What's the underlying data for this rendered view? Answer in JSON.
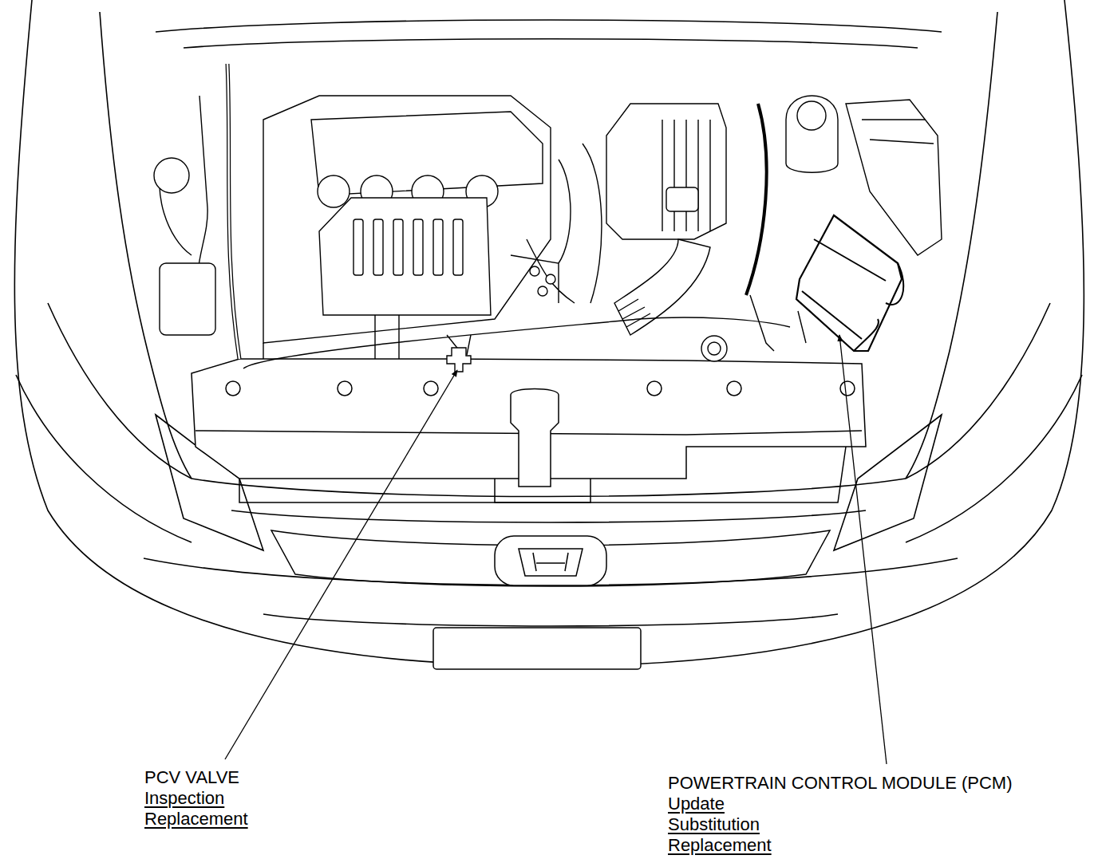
{
  "diagram": {
    "labels": [
      "PCV VALVE",
      "Inspection",
      "Replacement",
      "POWERTRAIN CONTROL MODULE (PCM)",
      "Update",
      "Substitution",
      "Replacement"
    ]
  }
}
